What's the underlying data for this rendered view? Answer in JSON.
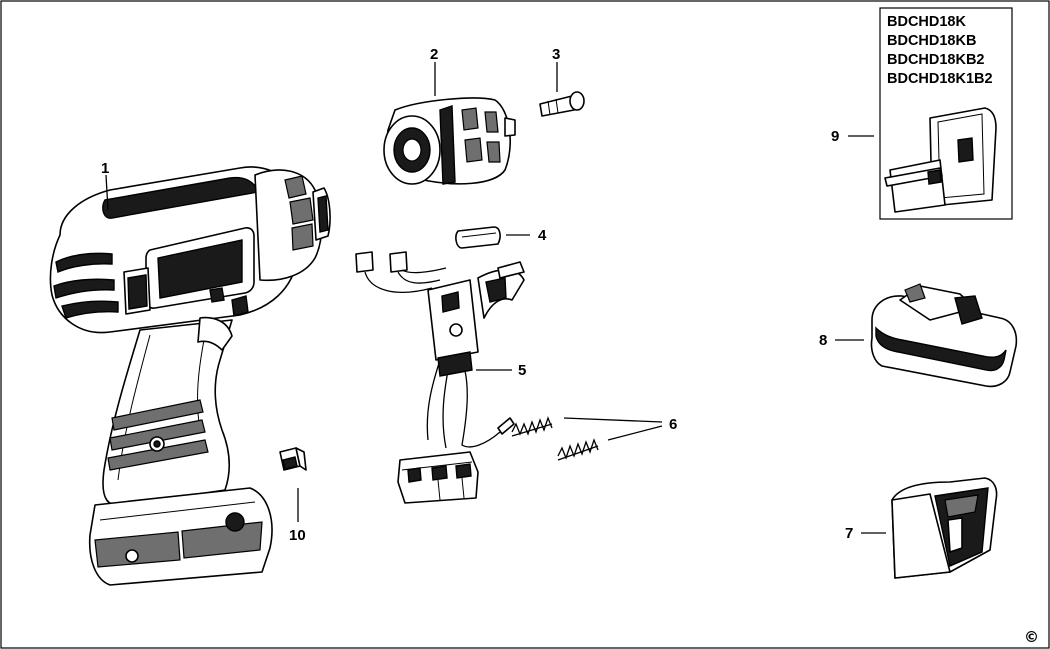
{
  "callouts": {
    "c1": "1",
    "c2": "2",
    "c3": "3",
    "c4": "4",
    "c5": "5",
    "c6": "6",
    "c7": "7",
    "c8": "8",
    "c9": "9",
    "c10": "10"
  },
  "models": [
    "BDCHD18K",
    "BDCHD18KB",
    "BDCHD18KB2",
    "BDCHD18K1B2"
  ],
  "copyright": "©"
}
